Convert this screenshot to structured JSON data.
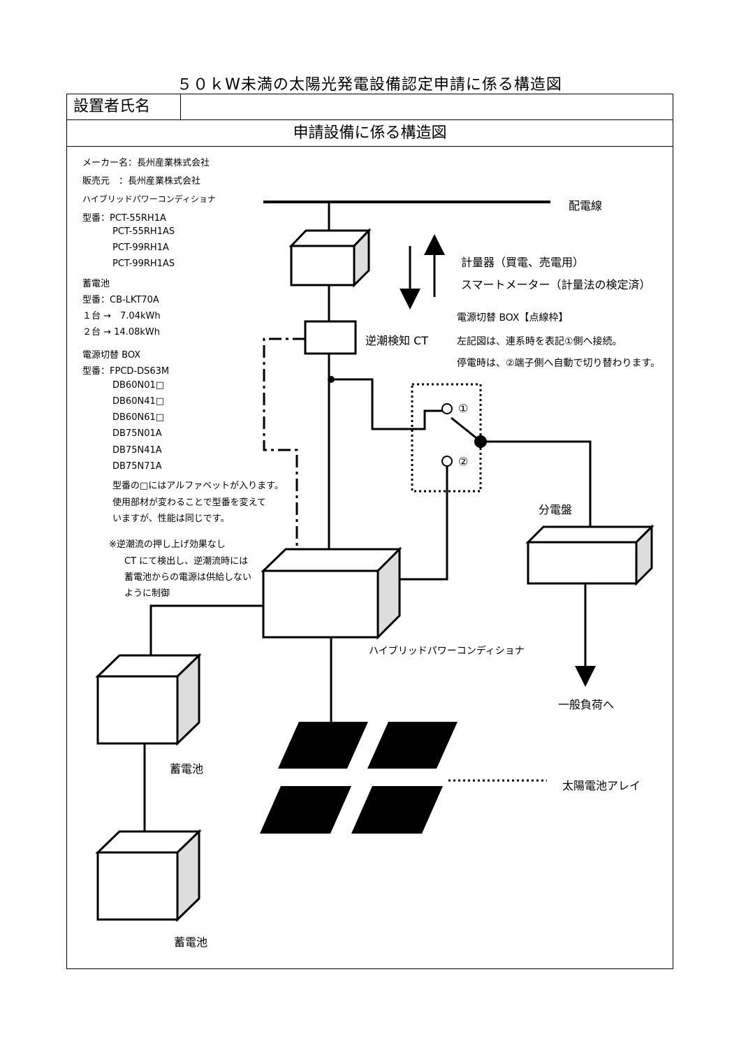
{
  "title": "５０ｋW未満の太陽光発電設備認定申請に係る構造図",
  "installer_label": "設置者氏名",
  "installer_value": "",
  "section_title": "申請設備に係る構造図",
  "specs": {
    "maker": "メーカー名：長州産業株式会社",
    "seller": "販売元　：長州産業株式会社",
    "pcs_heading": "ハイブリッドパワーコンディショナ",
    "pcs_models": [
      "型番：PCT-55RH1A",
      "PCT-55RH1AS",
      "PCT-99RH1A",
      "PCT-99RH1AS"
    ],
    "battery_heading": "蓄電池",
    "battery_model": "型番：CB-LKT70A",
    "battery_capacity": [
      "１台 →　7.04kWh",
      "２台 → 14.08kWh"
    ],
    "box_heading": "電源切替 BOX",
    "box_models": [
      "型番：FPCD-DS63M",
      "DB60N01□",
      "DB60N41□",
      "DB60N61□",
      "DB75N01A",
      "DB75N41A",
      "DB75N71A"
    ],
    "box_notes": [
      "型番の□にはアルファベットが入ります。",
      "使用部材が変わることで型番を変えて",
      "いますが、性能は同じです。"
    ],
    "reverse_notes": [
      "※逆潮流の押し上げ効果なし",
      "CT にて検出し、逆潮流時には",
      "蓄電池からの電源は供給しない",
      "ように制御"
    ]
  },
  "labels": {
    "distribution_line": "配電線",
    "meter_1": "計量器（買電、売電用）",
    "meter_2": "スマートメーター（計量法の検定済）",
    "ct": "逆潮検知 CT",
    "box_title": "電源切替 BOX【点線枠】",
    "box_desc_1": "左記図は、連系時を表記①側へ接続。",
    "box_desc_2": "停電時は、②端子側へ自動で切り替わります。",
    "terminal_1": "①",
    "terminal_2": "②",
    "panel": "分電盤",
    "pcs": "ハイブリッドパワーコンディショナ",
    "load": "一般負荷へ",
    "battery_top": "蓄電池",
    "battery_bottom": "蓄電池",
    "solar": "太陽電池アレイ"
  }
}
